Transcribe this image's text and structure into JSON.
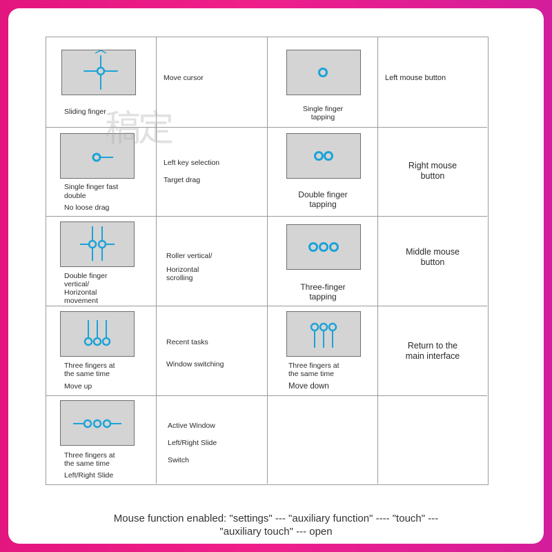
{
  "colors": {
    "frame": "#e3157f",
    "icon": "#1aa3d8",
    "pad": "#d4d4d4"
  },
  "watermark": "稿定",
  "rows": [
    {
      "left": {
        "icon": "crosshair-icon",
        "gesture": [
          "Sliding finger"
        ],
        "description": [
          "Move cursor"
        ]
      },
      "right": {
        "icon": "single-dot-icon",
        "gesture": [
          "Single finger",
          "tapping"
        ],
        "description": [
          "Left mouse button"
        ]
      }
    },
    {
      "left": {
        "icon": "dot-drag-icon",
        "gesture": [
          "Single finger fast",
          "double",
          "No loose drag"
        ],
        "description": [
          "Left key selection",
          "Target drag"
        ]
      },
      "right": {
        "icon": "double-dot-icon",
        "gesture": [
          "Double finger",
          "tapping"
        ],
        "description": [
          "Right mouse",
          "button"
        ]
      }
    },
    {
      "left": {
        "icon": "double-finger-move-icon",
        "gesture": [
          "Double finger",
          "vertical/",
          "Horizontal",
          "movement"
        ],
        "description": [
          "Roller vertical/",
          "Horizontal",
          "scrolling"
        ]
      },
      "right": {
        "icon": "triple-dot-icon",
        "gesture": [
          "Three-finger",
          "tapping"
        ],
        "description": [
          "Middle mouse",
          "button"
        ]
      }
    },
    {
      "left": {
        "icon": "three-fingers-up-icon",
        "gesture": [
          "Three fingers at",
          "the same time",
          "Move up"
        ],
        "description": [
          "Recent tasks",
          "Window switching"
        ]
      },
      "right": {
        "icon": "three-fingers-down-icon",
        "gesture": [
          "Three fingers at",
          "the same time",
          "Move down"
        ],
        "description": [
          "Return to the",
          "main interface"
        ]
      }
    },
    {
      "left": {
        "icon": "three-fingers-slide-icon",
        "gesture": [
          "Three fingers at",
          "the same time",
          "Left/Right Slide"
        ],
        "description": [
          "Active Window",
          "Left/Right Slide",
          "Switch"
        ]
      }
    }
  ],
  "footer": {
    "line1": "Mouse function enabled: \"settings\" --- \"auxiliary function\" ---- \"touch\" ---",
    "line2": "\"auxiliary touch\" --- open"
  }
}
